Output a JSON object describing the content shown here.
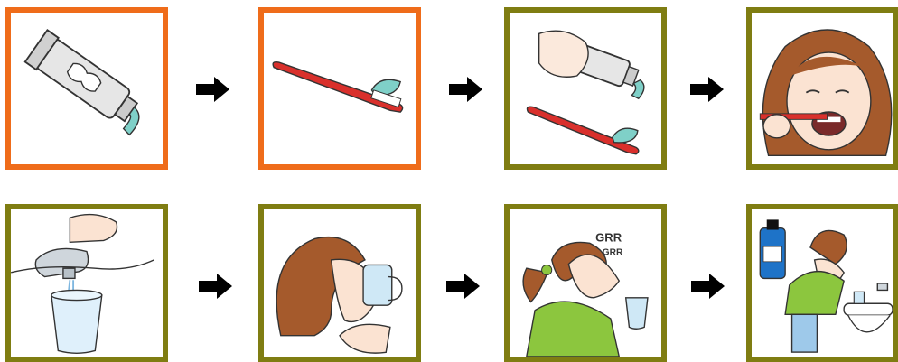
{
  "colors": {
    "orange_frame": "#ef6c1a",
    "olive_frame": "#7f7d12",
    "arrow": "#000000",
    "toothbrush": "#d9302c",
    "paste": "#7fd0c8",
    "hair": "#a55a2c",
    "shirt": "#8cc63e"
  },
  "cards": [
    {
      "name": "toothpaste-tube-card",
      "frame": "orange"
    },
    {
      "name": "toothbrush-card",
      "frame": "orange"
    },
    {
      "name": "put-paste-on-brush-card",
      "frame": "olive"
    },
    {
      "name": "brush-teeth-card",
      "frame": "olive"
    },
    {
      "name": "fill-cup-at-tap-card",
      "frame": "olive"
    },
    {
      "name": "drink-water-card",
      "frame": "olive"
    },
    {
      "name": "gargle-card",
      "frame": "olive",
      "text": [
        "GRR",
        "GRR"
      ]
    },
    {
      "name": "rinse-mouthwash-card",
      "frame": "olive"
    }
  ],
  "gargle": {
    "sound1": "GRR",
    "sound2": "GRR"
  },
  "icons": {
    "arrow": "right-arrow-icon"
  }
}
